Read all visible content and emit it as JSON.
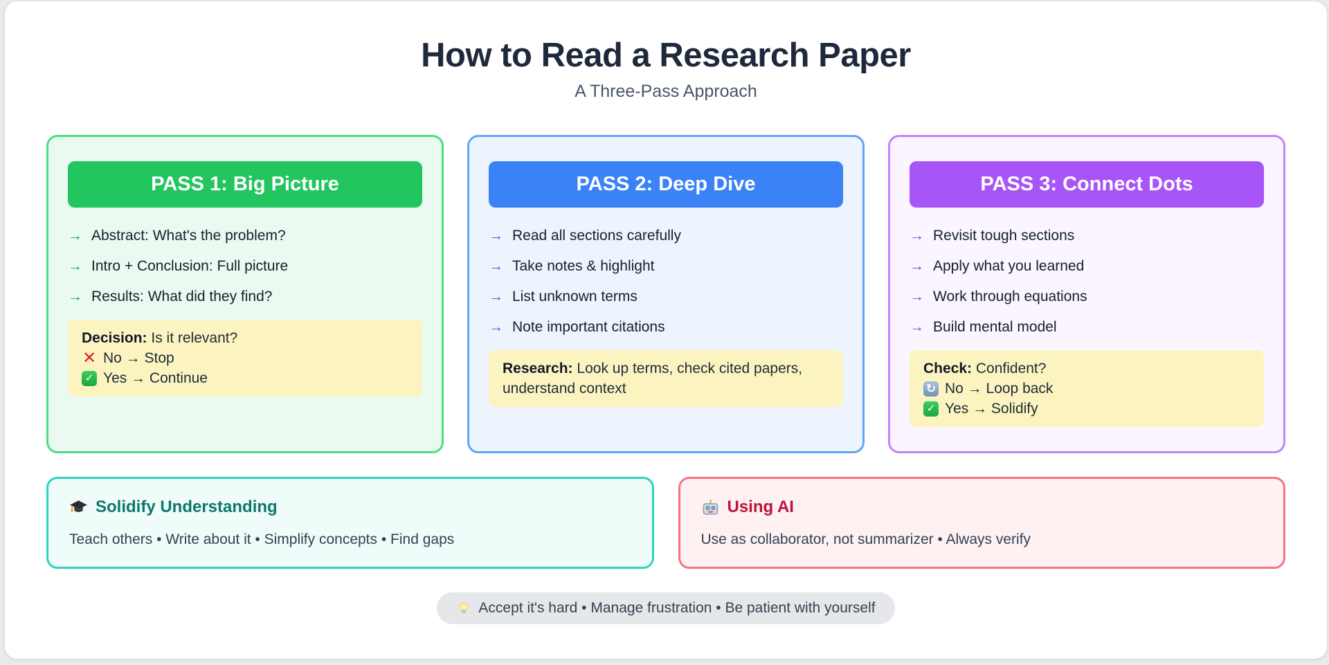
{
  "header": {
    "title": "How to Read a Research Paper",
    "subtitle": "A Three-Pass Approach"
  },
  "icons": {
    "arrow": "→",
    "bullet": "•"
  },
  "passes": [
    {
      "header": "PASS 1: Big Picture",
      "items": [
        "Abstract: What's the problem?",
        "Intro + Conclusion: Full picture",
        "Results: What did they find?"
      ],
      "note": {
        "label": "Decision:",
        "text": "Is it relevant?",
        "lines": [
          {
            "icon": "cross-icon",
            "glyph": "✕",
            "text": "No → Stop"
          },
          {
            "icon": "check-icon",
            "glyph": "✓",
            "text": "Yes → Continue"
          }
        ]
      },
      "colors": {
        "header_bg": "#22c55e",
        "border": "#4ade80",
        "card_bg": "#eafaf0",
        "arrow": "#16a34a"
      }
    },
    {
      "header": "PASS 2: Deep Dive",
      "items": [
        "Read all sections carefully",
        "Take notes & highlight",
        "List unknown terms",
        "Note important citations"
      ],
      "note": {
        "label": "Research:",
        "text": "Look up terms, check cited papers, understand context",
        "lines": []
      },
      "colors": {
        "header_bg": "#3b82f6",
        "border": "#60a5fa",
        "card_bg": "#edf4fd",
        "arrow": "#2563eb"
      }
    },
    {
      "header": "PASS 3: Connect Dots",
      "items": [
        "Revisit tough sections",
        "Apply what you learned",
        "Work through equations",
        "Build mental model"
      ],
      "note": {
        "label": "Check:",
        "text": "Confident?",
        "lines": [
          {
            "icon": "loop-icon",
            "glyph": "↻",
            "text": "No → Loop back"
          },
          {
            "icon": "check-icon",
            "glyph": "✓",
            "text": "Yes → Solidify"
          }
        ]
      },
      "colors": {
        "header_bg": "#a855f7",
        "border": "#c084fc",
        "card_bg": "#faf5ff",
        "arrow": "#9333ea"
      }
    }
  ],
  "bottom": {
    "solidify": {
      "icon": "graduation-cap-icon",
      "title": "Solidify Understanding",
      "body": "Teach others • Write about it • Simplify concepts • Find gaps",
      "colors": {
        "title": "#0f766e",
        "border": "#2dd4bf",
        "card_bg": "#effcf9"
      }
    },
    "ai": {
      "icon": "robot-icon",
      "title": "Using AI",
      "body": "Use as collaborator, not summarizer • Always verify",
      "colors": {
        "title": "#be123c",
        "border": "#fb7185",
        "card_bg": "#fdf1f2"
      }
    }
  },
  "footer": {
    "icon": "lightbulb-icon",
    "text": "Accept it's hard • Manage frustration • Be patient with yourself",
    "colors": {
      "pill_bg": "#e5e7eb",
      "text": "#374151"
    }
  },
  "note_box_color": "#fcf4c0",
  "page_colors": {
    "canvas": "#e8eaed",
    "card": "#ffffff",
    "title": "#1e293b",
    "subtitle": "#4a5568"
  }
}
